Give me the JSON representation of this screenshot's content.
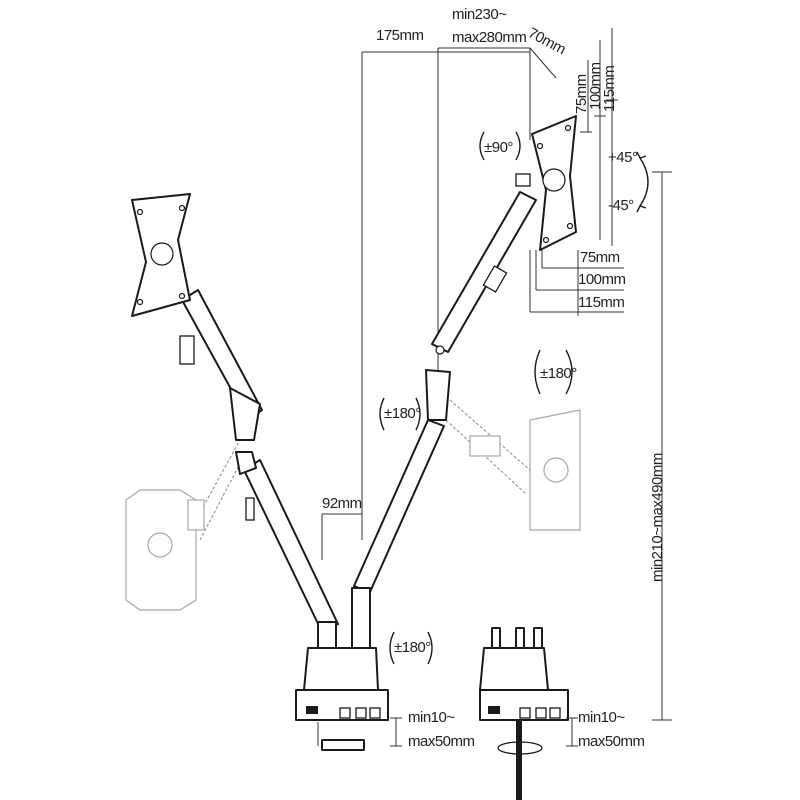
{
  "labels": {
    "dim_175": "175mm",
    "dim_min230": "min230~",
    "dim_max280": "max280mm",
    "dim_70": "70mm",
    "vesa_v_75": "75mm",
    "vesa_v_100": "100mm",
    "vesa_v_115": "115mm",
    "tilt_plus": "+45°",
    "tilt_minus": "-45°",
    "vesa_h_75": "75mm",
    "vesa_h_100": "100mm",
    "vesa_h_115": "115mm",
    "rot_90": "±90°",
    "rot_180_right": "±180°",
    "rot_180_mid": "±180°",
    "rot_180_base": "±180°",
    "height_range": "min210~max490mm",
    "dim_92": "92mm",
    "clamp_min_left": "min10~",
    "clamp_max_left": "max50mm",
    "clamp_min_right": "min10~",
    "clamp_max_right": "max50mm"
  }
}
